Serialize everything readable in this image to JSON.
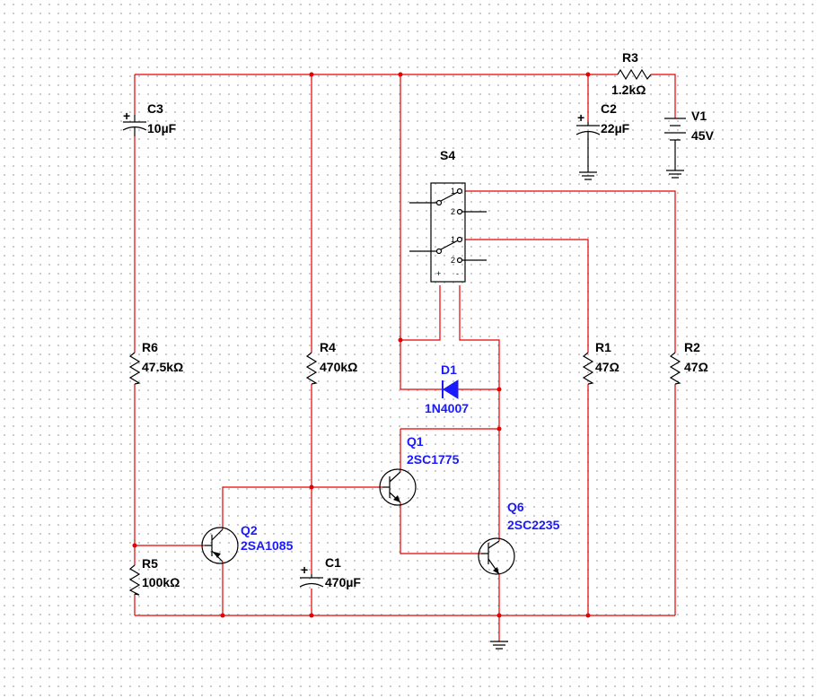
{
  "components": {
    "c3": {
      "ref": "C3",
      "value": "10µF"
    },
    "c2": {
      "ref": "C2",
      "value": "22µF"
    },
    "c1": {
      "ref": "C1",
      "value": "470µF"
    },
    "r3": {
      "ref": "R3",
      "value": "1.2kΩ"
    },
    "r6": {
      "ref": "R6",
      "value": "47.5kΩ"
    },
    "r4": {
      "ref": "R4",
      "value": "470kΩ"
    },
    "r1": {
      "ref": "R1",
      "value": "47Ω"
    },
    "r2": {
      "ref": "R2",
      "value": "47Ω"
    },
    "r5": {
      "ref": "R5",
      "value": "100kΩ"
    },
    "v1": {
      "ref": "V1",
      "value": "45V"
    },
    "s4": {
      "ref": "S4"
    },
    "d1": {
      "ref": "D1",
      "value": "1N4007"
    },
    "q1": {
      "ref": "Q1",
      "value": "2SC1775"
    },
    "q2": {
      "ref": "Q2",
      "value": "2SA1085"
    },
    "q6": {
      "ref": "Q6",
      "value": "2SC2235"
    }
  },
  "switch_pins": {
    "one": "1",
    "two": "2",
    "plus": "+",
    "minus": "-"
  },
  "colors": {
    "wire": "#e60000",
    "component": "#000000",
    "semiconductor_label": "#1a1aff",
    "grid_dot": "#c4c4c4"
  }
}
